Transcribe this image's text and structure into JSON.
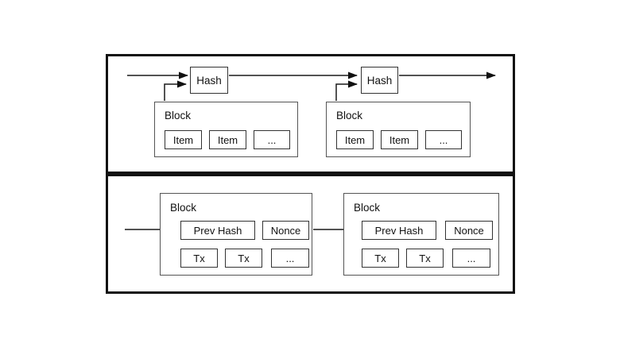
{
  "diagram": {
    "top_panel": {
      "groups": [
        {
          "hash_label": "Hash",
          "block_label": "Block",
          "items": [
            "Item",
            "Item",
            "..."
          ]
        },
        {
          "hash_label": "Hash",
          "block_label": "Block",
          "items": [
            "Item",
            "Item",
            "..."
          ]
        }
      ]
    },
    "bottom_panel": {
      "blocks": [
        {
          "block_label": "Block",
          "prev_hash_label": "Prev Hash",
          "nonce_label": "Nonce",
          "tx_items": [
            "Tx",
            "Tx",
            "..."
          ]
        },
        {
          "block_label": "Block",
          "prev_hash_label": "Prev Hash",
          "nonce_label": "Nonce",
          "tx_items": [
            "Tx",
            "Tx",
            "..."
          ]
        }
      ]
    },
    "colors": {
      "line": "#1a1a1a",
      "box_border": "#333333",
      "panel_border": "#111111",
      "background": "#ffffff"
    }
  }
}
